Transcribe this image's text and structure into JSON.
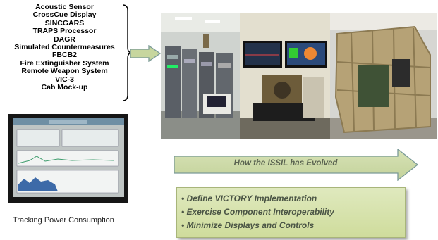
{
  "components": [
    "Acoustic Sensor",
    "CrossCue Display",
    "SINCGARS",
    "TRAPS Processor",
    "DAGR",
    "Simulated Countermeasures",
    "FBCB2",
    "Fire Extinguisher System",
    "Remote Weapon System",
    "VIC-3",
    "Cab Mock-up"
  ],
  "caption": "Tracking Power Consumption",
  "evolution_label": "How the ISSIL has Evolved",
  "goals": [
    "• Define VICTORY Implementation",
    "• Exercise Component Interoperability",
    "• Minimize Displays and Controls"
  ],
  "colors": {
    "arrow_fill": "#c7d69e",
    "arrow_stroke": "#7a9a97",
    "box_fill": "#d8e3ad",
    "label_text": "#5a6350"
  }
}
